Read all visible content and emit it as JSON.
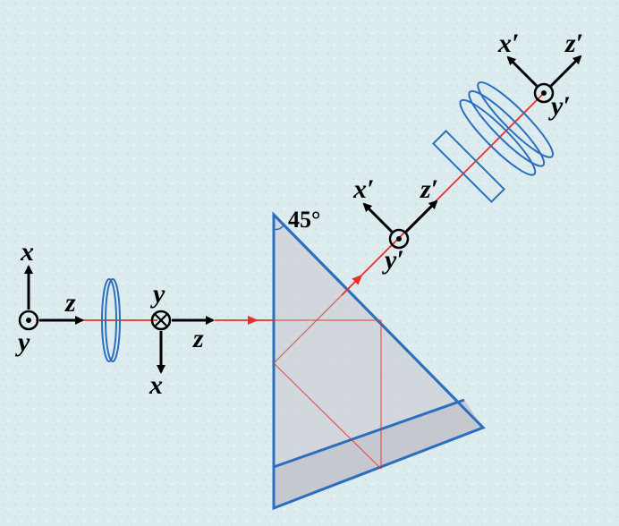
{
  "diagram": {
    "angle_label": "45°",
    "frames": {
      "input": {
        "x": "x",
        "y": "y",
        "z": "z"
      },
      "after_polarizer": {
        "x": "x",
        "y": "y",
        "z": "z"
      },
      "output_mid": {
        "x": "x′",
        "y": "y′",
        "z": "z′"
      },
      "output_end": {
        "x": "x′",
        "y": "y′",
        "z": "z′"
      }
    }
  },
  "colors": {
    "background": "#dcecee",
    "beam": "#e8302a",
    "optic": "#2c6fbf",
    "prism_fill": "#cfd3d8",
    "axis": "#000000"
  }
}
